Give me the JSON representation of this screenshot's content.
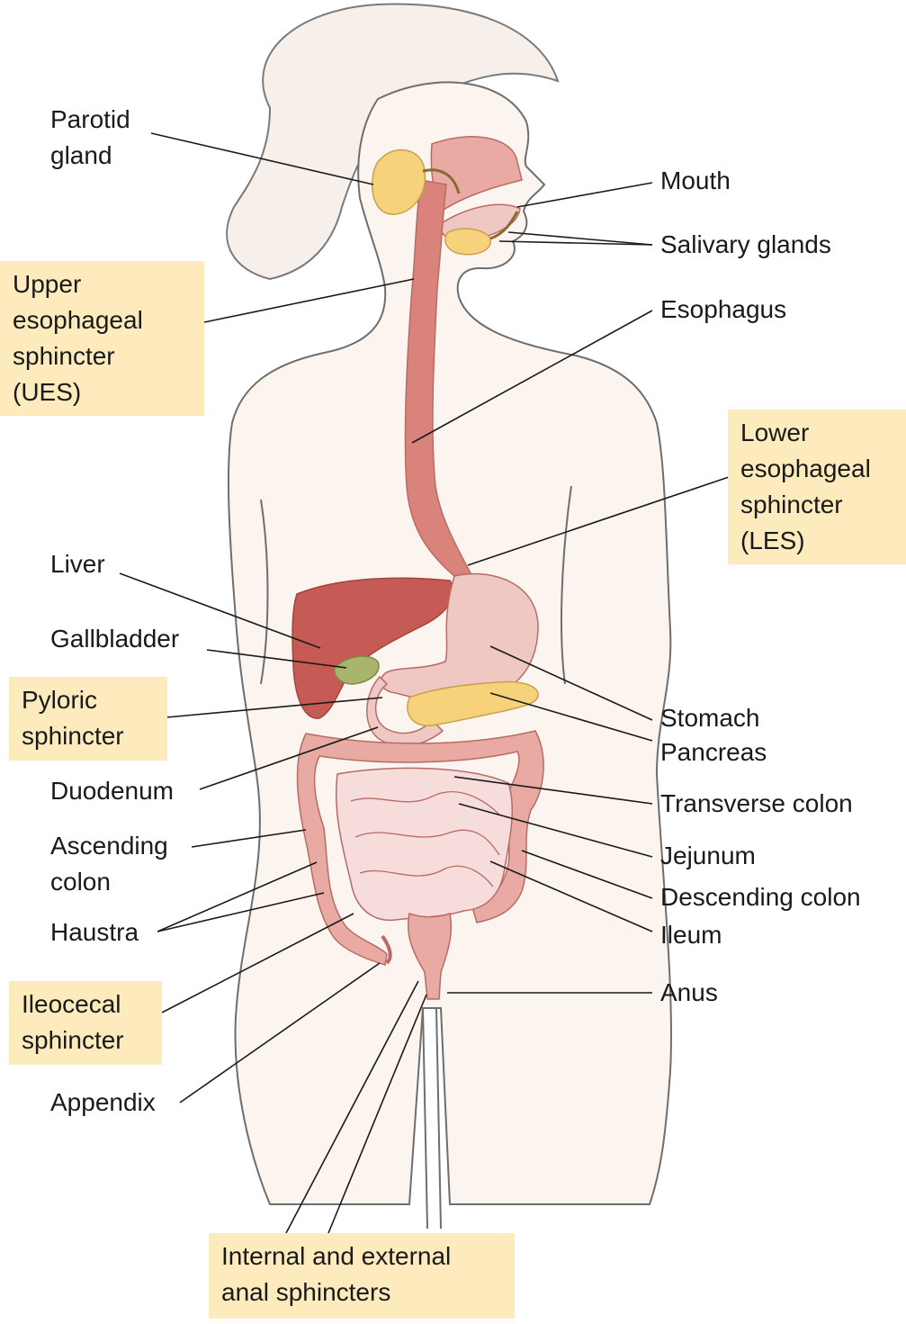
{
  "labels": {
    "parotid": [
      "Parotid",
      "gland"
    ],
    "mouth": "Mouth",
    "salivary": "Salivary glands",
    "ues": [
      "Upper",
      "esophageal",
      "sphincter",
      "(UES)"
    ],
    "esophagus": "Esophagus",
    "les": [
      "Lower",
      "esophageal",
      "sphincter",
      "(LES)"
    ],
    "liver": "Liver",
    "gallbladder": "Gallbladder",
    "pyloric": [
      "Pyloric",
      "sphincter"
    ],
    "stomach": "Stomach",
    "pancreas": "Pancreas",
    "duodenum": "Duodenum",
    "transverse": "Transverse colon",
    "ascending": [
      "Ascending",
      "colon"
    ],
    "jejunum": "Jejunum",
    "descending": "Descending colon",
    "haustra": "Haustra",
    "ileum": "Ileum",
    "ileocecal": [
      "Ileocecal",
      "sphincter"
    ],
    "anus": "Anus",
    "appendix": "Appendix",
    "anal": [
      "Internal and external",
      "anal sphincters"
    ]
  },
  "colors": {
    "body_fill": "#fbf4ef",
    "body_stroke": "#6e6e6e",
    "hair": "#f6efea",
    "tract": "#d9837c",
    "tract_light": "#f0c8c3",
    "liver": "#c65a55",
    "gallbladder": "#a8b56a",
    "pancreas": "#f6d27a",
    "intestine": "#f7dcdc",
    "colon": "#e8aaa3",
    "highlight_box": "#fdebbd",
    "leader": "#1a1a1a"
  }
}
